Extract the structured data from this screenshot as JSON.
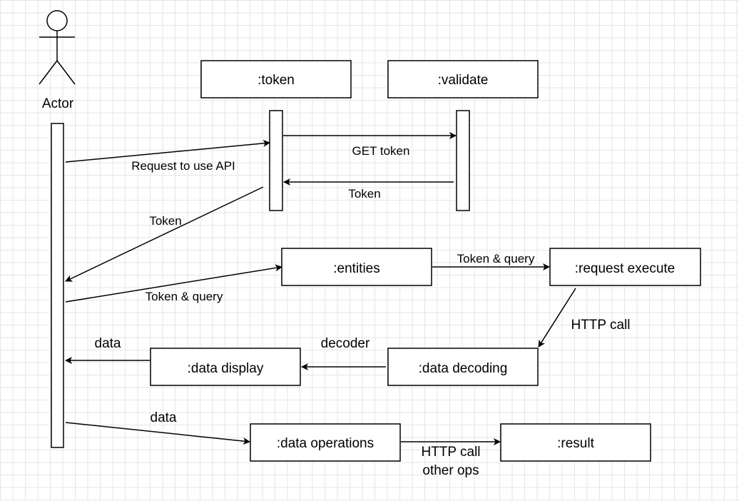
{
  "actor": {
    "label": "Actor"
  },
  "participants": {
    "token": ":token",
    "validate": ":validate",
    "entities": ":entities",
    "request_execute": ":request execute",
    "data_decoding": ":data decoding",
    "data_display": ":data display",
    "data_operations": ":data operations",
    "result": ":result"
  },
  "messages": {
    "request_to_use_api": "Request to use API",
    "get_token": "GET token",
    "token_return_validate": "Token",
    "token_return_actor": "Token",
    "token_query_actor": "Token & query",
    "token_query_entities": "Token & query",
    "http_call_request": "HTTP call",
    "decoder": "decoder",
    "data_to_actor": "data",
    "data_from_actor": "data",
    "http_call_ops_line1": "HTTP call",
    "http_call_ops_line2": "other ops"
  }
}
